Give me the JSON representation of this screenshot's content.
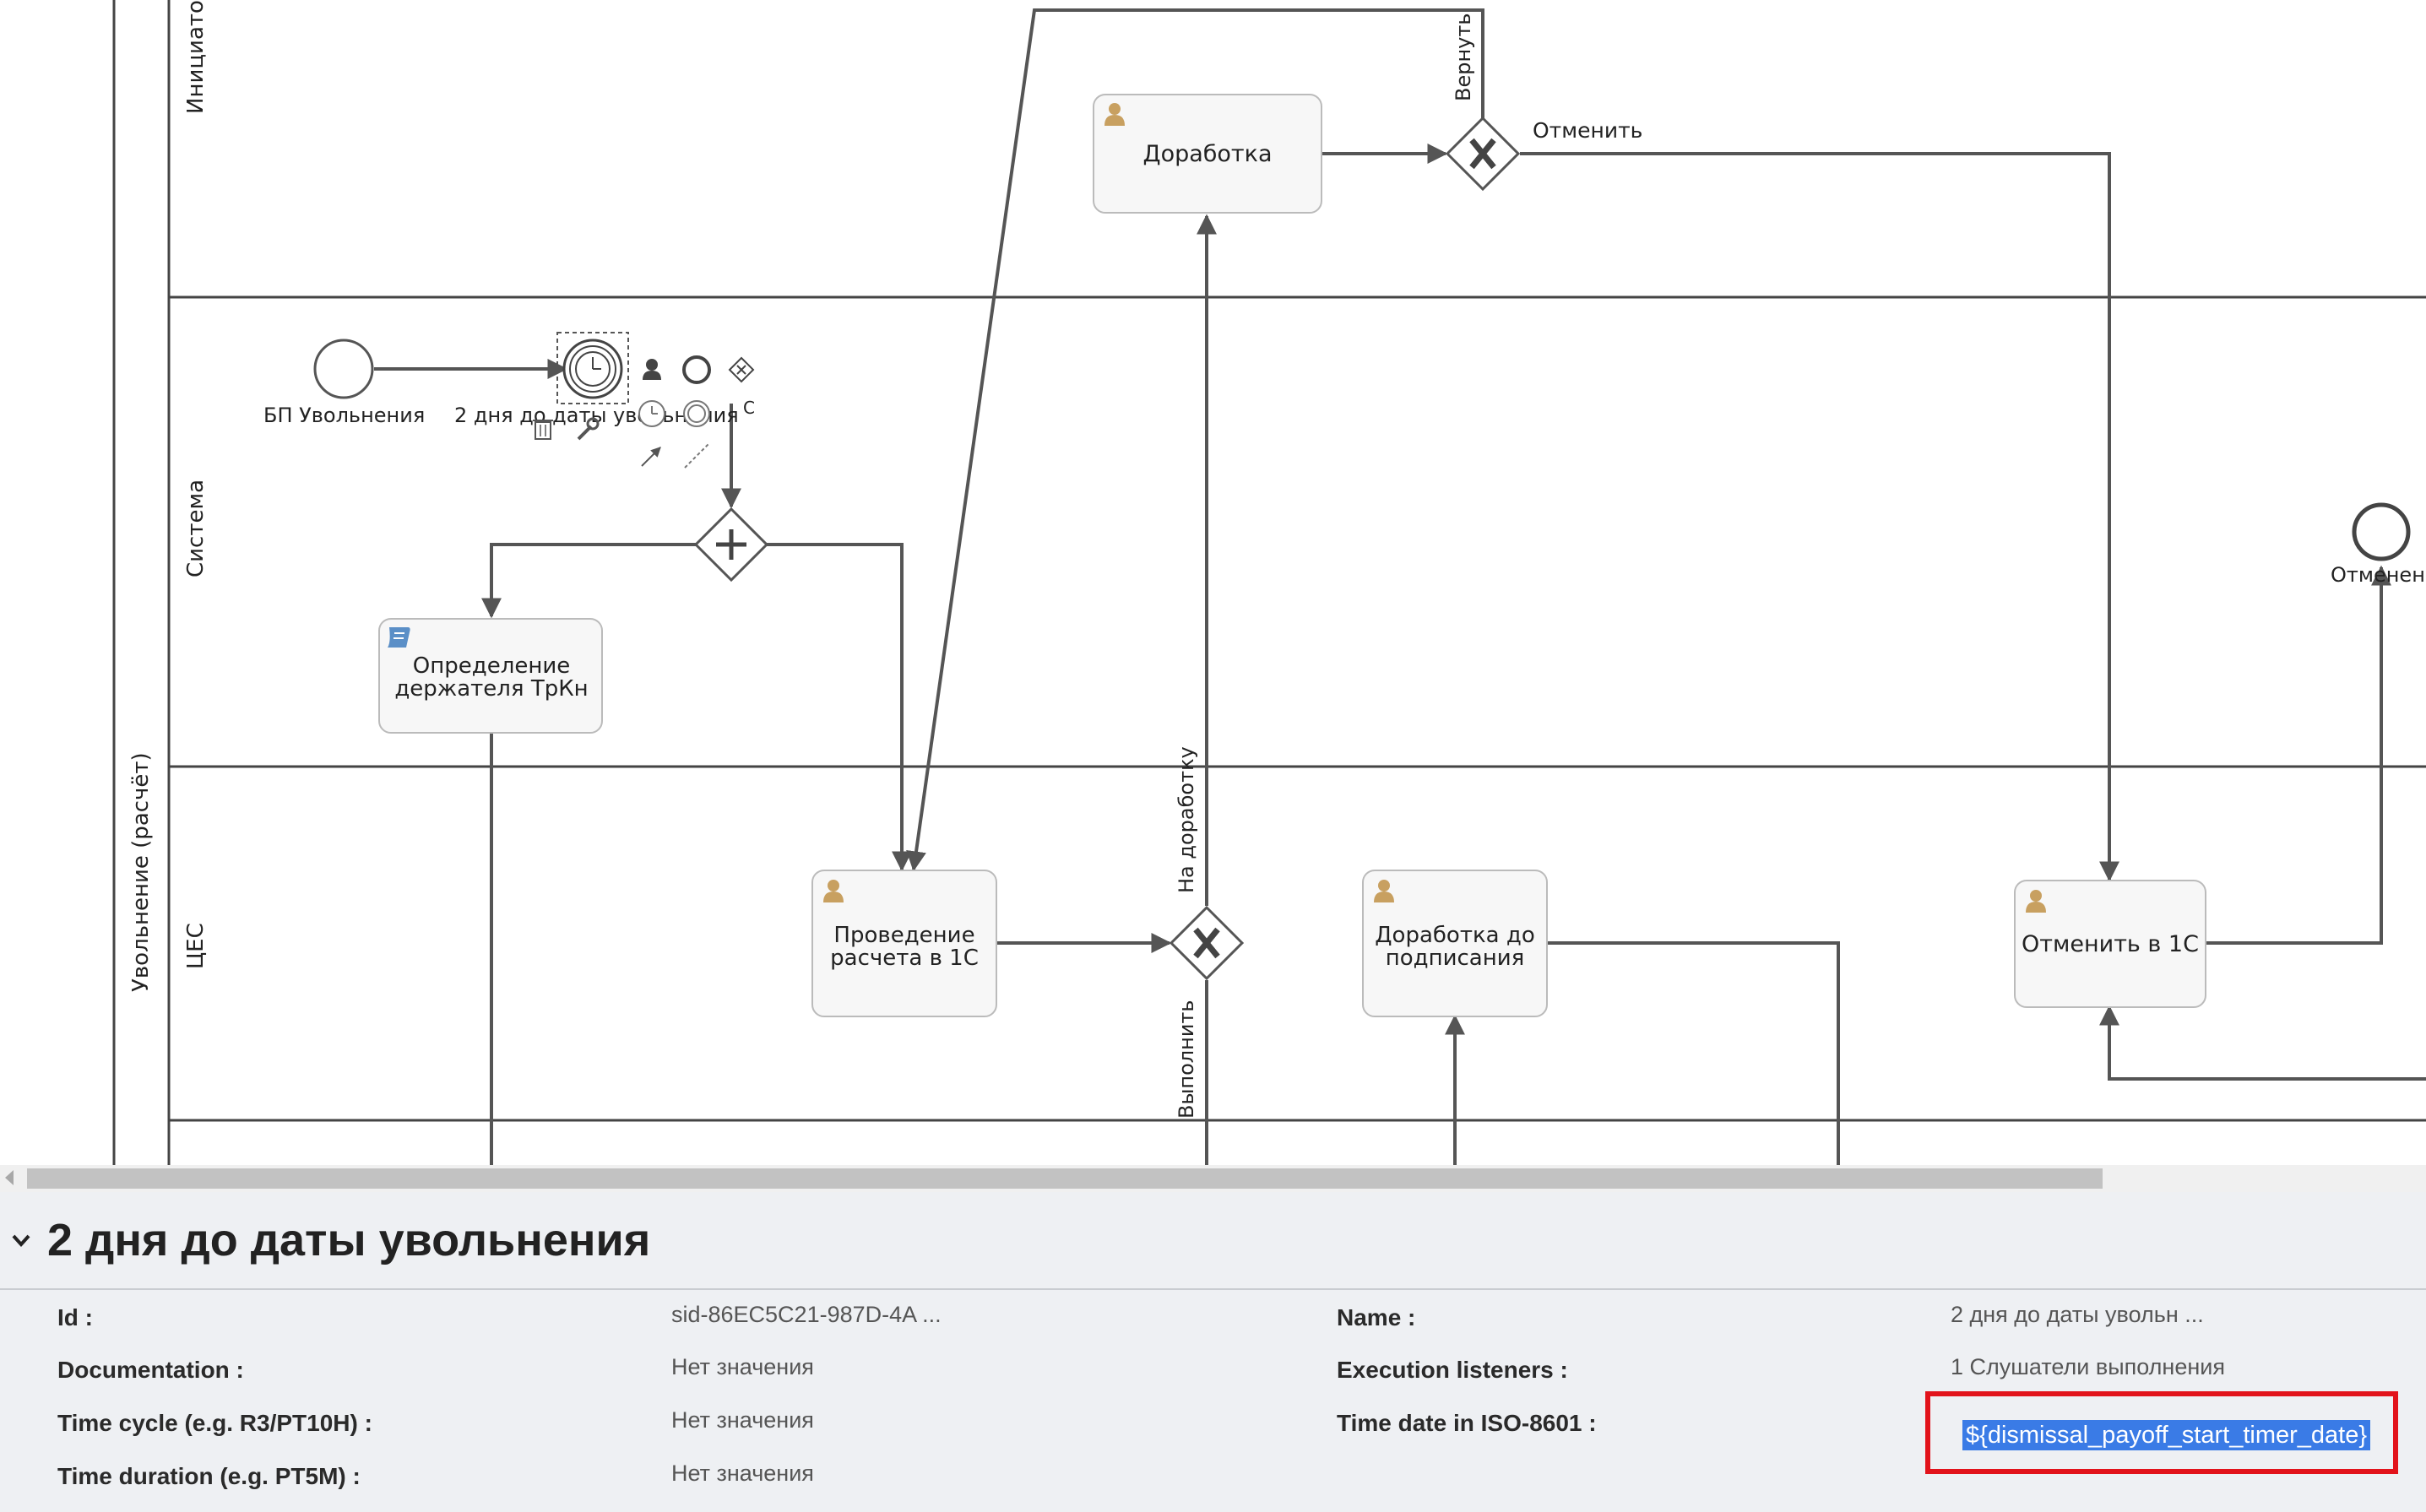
{
  "lanes": {
    "pool_name": "Увольнение (расчёт)",
    "initiator": "Инициатор",
    "system": "Система",
    "ces": "ЦЕС"
  },
  "nodes": {
    "start_event": "БП Увольнения",
    "timer_event": "2 дня до даты увольнения",
    "task_holder_line1": "Определение",
    "task_holder_line2": "держателя ТрКн",
    "task_calc_line1": "Проведение",
    "task_calc_line2": "расчета в 1С",
    "task_rework": "Доработка",
    "task_rework_sign_line1": "Доработка до",
    "task_rework_sign_line2": "подписания",
    "task_cancel_1c": "Отменить в 1С",
    "end_cancelled": "Отменено"
  },
  "flows": {
    "return": "Вернуть",
    "cancel": "Отменить",
    "to_rework": "На доработку",
    "execute": "Выполнить",
    "tiny_c": "С"
  },
  "properties": {
    "title": "2 дня до даты увольнения",
    "id_label": "Id :",
    "id_value": "sid-86EC5C21-987D-4A ...",
    "name_label": "Name :",
    "name_value": "2 дня до даты увольн ...",
    "documentation_label": "Documentation :",
    "documentation_value": "Нет значения",
    "execution_listeners_label": "Execution listeners :",
    "execution_listeners_value": "1 Слушатели выполнения",
    "time_cycle_label": "Time cycle (e.g. R3/PT10H) :",
    "time_cycle_value": "Нет значения",
    "time_date_label": "Time date in ISO-8601 :",
    "time_date_value": "${dismissal_payoff_start_timer_date}",
    "time_duration_label": "Time duration (e.g. PT5M) :",
    "time_duration_value": "Нет значения"
  },
  "colors": {
    "highlight_border": "#e2131b",
    "selection": "#3a7be6",
    "user_task_icon": "#c8a060",
    "script_task_icon": "#5b8fc7",
    "flow_line": "#555555"
  }
}
